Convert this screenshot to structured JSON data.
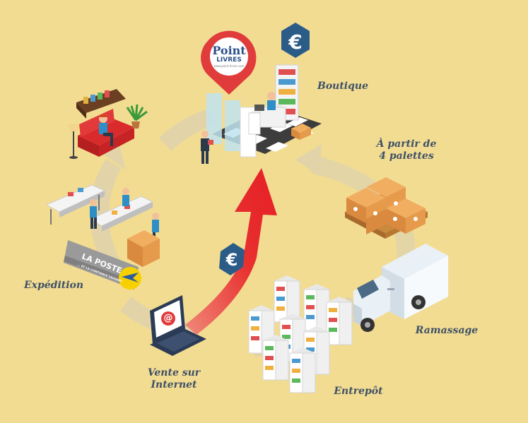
{
  "logo": {
    "name_top": "Point",
    "name_bottom": "LIVRES",
    "url_text": "www.point-livres.com"
  },
  "steps": [
    {
      "id": "boutique",
      "label": "Boutique"
    },
    {
      "id": "palettes",
      "label": "À partir de\n4 palettes"
    },
    {
      "id": "ramassage",
      "label": "Ramassage"
    },
    {
      "id": "entrepot",
      "label": "Entrepôt"
    },
    {
      "id": "vente",
      "label": "Vente sur\nInternet"
    },
    {
      "id": "expedition",
      "label": "Expédition"
    }
  ],
  "laposte": {
    "name": "LA POSTE",
    "tagline": "... ET LA CONFIANCE GRANDIT"
  },
  "screen_symbol": "@",
  "currency_symbol": "€",
  "colors": {
    "background": "#f2dc92",
    "cycle_arrow": "#e2d4a8",
    "red_arrow": "#e8302f",
    "label_text": "#3f5166",
    "pin_red": "#e03c3c",
    "euro_blue": "#2b5c87",
    "box": "#e69a4c"
  }
}
